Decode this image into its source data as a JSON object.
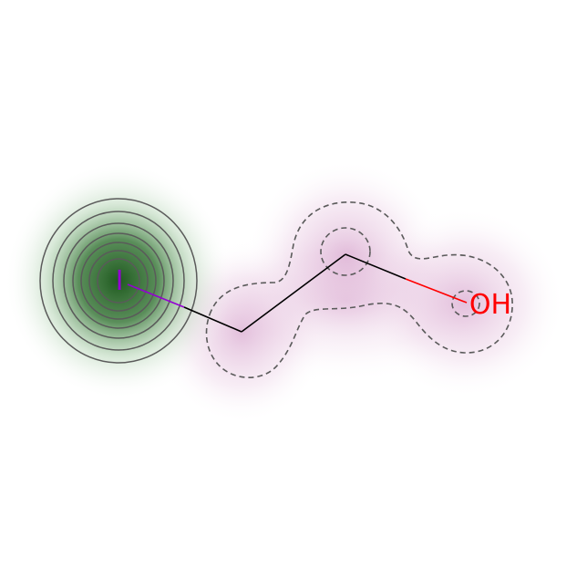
{
  "molecule": {
    "atoms": [
      {
        "id": "I",
        "label": "I",
        "color": "#9400d3"
      },
      {
        "id": "C1",
        "label": ""
      },
      {
        "id": "C2",
        "label": ""
      },
      {
        "id": "O",
        "label": "OH",
        "color": "#ff0000"
      }
    ],
    "bonds": [
      {
        "from": "I",
        "to": "C1",
        "order": 1
      },
      {
        "from": "C1",
        "to": "C2",
        "order": 1
      },
      {
        "from": "C2",
        "to": "O",
        "order": 1
      }
    ]
  },
  "contributions": {
    "positive_color": "#2e6b2e",
    "negative_color": "#c070b0",
    "contour_color": "#555555"
  }
}
